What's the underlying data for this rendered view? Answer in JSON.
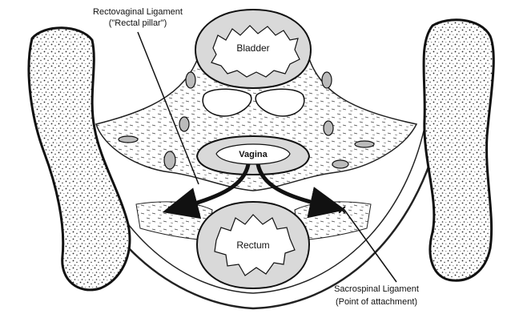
{
  "figure": {
    "labels": {
      "rectovaginal_ligament": "Rectovaginal Ligament",
      "rectal_pillar": "(\"Rectal pillar\")",
      "bladder": "Bladder",
      "vagina": "Vagina",
      "rectum": "Rectum",
      "sacrospinal_ligament": "Sacrospinal Ligament",
      "point_of_attachment": "(Point of attachment)"
    },
    "markers": {
      "attachment_mark": "×"
    }
  }
}
